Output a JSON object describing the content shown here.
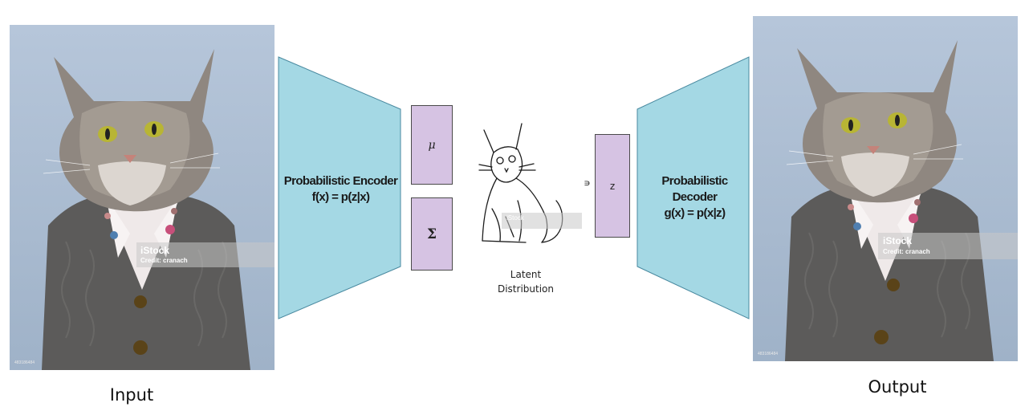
{
  "diagram": {
    "input_caption": "Input",
    "output_caption": "Output",
    "encoder": {
      "line1": "Probabilistic Encoder",
      "line2": "f(x) = p(z|x)",
      "color": "#a4d8e4"
    },
    "decoder": {
      "line1": "Probabilistic Decoder",
      "line2": "g(x) = p(x|z)",
      "color": "#a4d8e4"
    },
    "mu_label": "μ",
    "sigma_label": "Σ",
    "z_label": "z",
    "epsilon_symbol": "∍",
    "latent_label_line1": "Latent",
    "latent_label_line2": "Distribution",
    "box_color": "#d6c3e3",
    "photo_background": "#a9bcd4",
    "watermark": {
      "brand": "iStock",
      "credit": "Credit: cranach",
      "stock_id": "483186484"
    },
    "icons": [
      "cat-photo",
      "cat-sketch"
    ]
  }
}
